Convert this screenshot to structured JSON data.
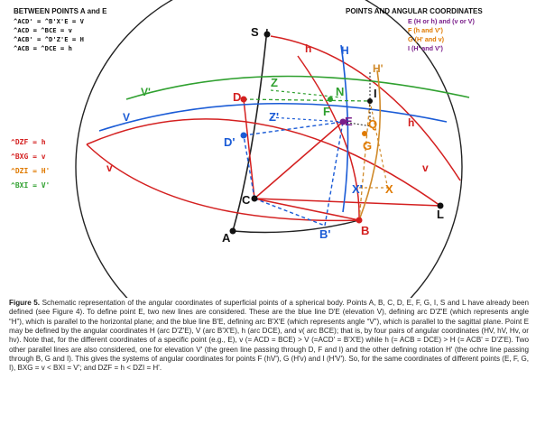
{
  "between": {
    "title": "BETWEEN POINTS A and E",
    "rows": [
      "^ACD' = ^B'X'E = V",
      "^ACD = ^BCE = v",
      "^ACB' = ^D'Z'E = H",
      "^ACB = ^DCE = h"
    ]
  },
  "points_title": "POINTS AND ANGULAR COORDINATES",
  "legend": [
    {
      "text": "E (H or h) and (v or V)",
      "color": "#7a1e8a"
    },
    {
      "text": "F (h and V')",
      "color": "#e07a00"
    },
    {
      "text": "G (H' and v)",
      "color": "#e07a00"
    },
    {
      "text": "I (H' and V')",
      "color": "#7a1e8a"
    }
  ],
  "side_relations": [
    "^DZF = h",
    "^BXG = v",
    "^DZI = H'",
    "^BXI = V'"
  ],
  "points": {
    "S": "S",
    "A": "A",
    "B": "B",
    "C": "C",
    "D": "D",
    "E": "E",
    "F": "F",
    "G": "G",
    "I": "I",
    "L": "L",
    "N": "N",
    "Q": "Q",
    "X": "X",
    "Z": "Z",
    "Bp": "B'",
    "Dp": "D'",
    "Xp": "X'",
    "Zp": "Z'"
  },
  "angles": {
    "h_top": "h",
    "H_top": "H",
    "Hp": "H'",
    "Vp": "V'",
    "V": "V",
    "v_left": "v",
    "v_right": "v",
    "h_right": "h"
  },
  "caption": {
    "label": "Figure 5.",
    "text": "Schematic representation of the angular coordinates of superficial points of a spherical body. Points A, B, C, D, E, F, G, I, S and L have already been defined (see Figure 4). To define point E, two new lines are considered. These are the blue line D'E (elevation V), defining arc D'Z'E (which represents angle “H”), which is parallel to the horizontal plane; and the blue line B'E, defining arc B'X'E (which represents angle “V”), which is parallel to the sagittal plane. Point E may be defined by the angular coordinates H (arc D'Z'E), V (arc B'X'E), h (arc DCE), and v( arc BCE); that is, by four pairs of angular coordinates (HV, hV, Hv, or hv). Note that, for the different coordinates of a specific point (e.g., E), v (= ACD = BCE) > V (=ACD' = B'X'E) while h (= ACB = DCE) > H (= ACB' = D'Z'E). Two other parallel lines are also considered, one for elevation V' (the green line passing through D, F and I) and the other defining rotation H' (the ochre line passing through B, G and I). This gives the systems of angular coordinates for points F (hV'), G (H'v) and I (H'V'). So, for the same coordinates of different points (E, F, G, I), BXG = v < BXI = V'; and DZF = h < DZI = H'."
  }
}
